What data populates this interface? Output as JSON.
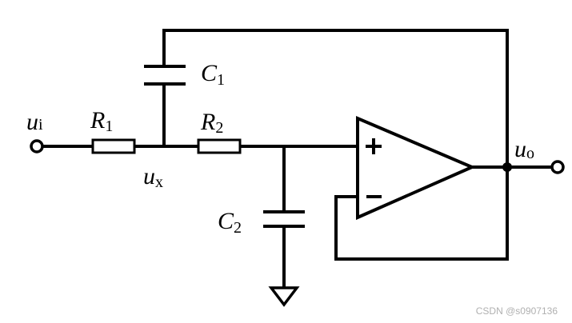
{
  "labels": {
    "input": {
      "main": "u",
      "sub": "i"
    },
    "output": {
      "main": "u",
      "sub": "o"
    },
    "node_x": {
      "main": "u",
      "sub": "x"
    },
    "r1": {
      "main": "R",
      "sub": "1"
    },
    "r2": {
      "main": "R",
      "sub": "2"
    },
    "c1": {
      "main": "C",
      "sub": "1"
    },
    "c2": {
      "main": "C",
      "sub": "2"
    }
  },
  "watermark": "CSDN @s0907136"
}
